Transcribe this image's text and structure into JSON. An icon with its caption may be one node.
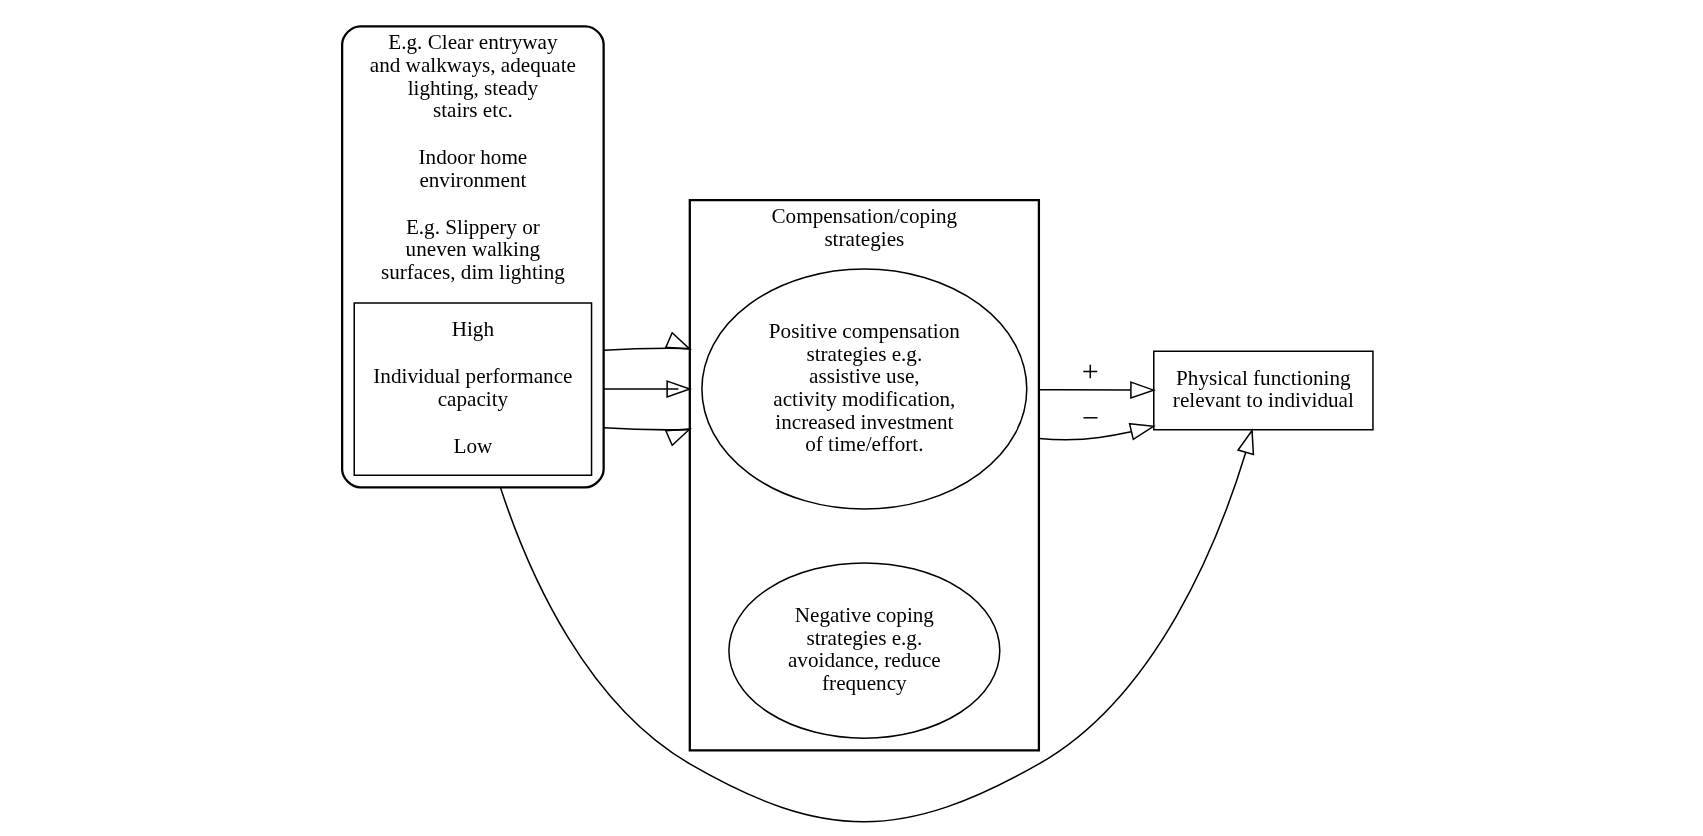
{
  "diagram": {
    "nodes": [
      {
        "text": [
          "E.g. Clear entryway and walkways, adequate lighting, steady stairs etc.",
          "Indoor home environment",
          "E.g. Slippery or uneven walking surfaces, dim lighting"
        ]
      },
      {
        "text": [
          "High",
          "Individual performance capacity",
          "Low"
        ],
        "in": 0
      },
      {
        "text": [
          "Compensation/coping strategies"
        ]
      },
      {
        "text": [
          "Positive compensation strategies e.g. assistive use, activity modification, increased investment of time/effort."
        ],
        "in": 2
      },
      {
        "text": [
          "Negative coping strategies e.g. avoidance, reduce frequency"
        ],
        "in": 2
      },
      {
        "text": [
          "Physical functioning relevant to individual"
        ]
      }
    ],
    "edges": [
      {
        "from": 0,
        "to": 5,
        "arrow": "to"
      },
      {
        "from": 0,
        "to": 2,
        "arrow": "to"
      },
      {
        "from": 0,
        "to": 2,
        "arrow": "to"
      },
      {
        "from": 0,
        "to": 2,
        "arrow": "to"
      },
      {
        "from": 2,
        "to": 5,
        "label": "+",
        "arrow": "to"
      },
      {
        "from": 2,
        "to": 5,
        "label": "−",
        "arrow": "to"
      }
    ]
  }
}
